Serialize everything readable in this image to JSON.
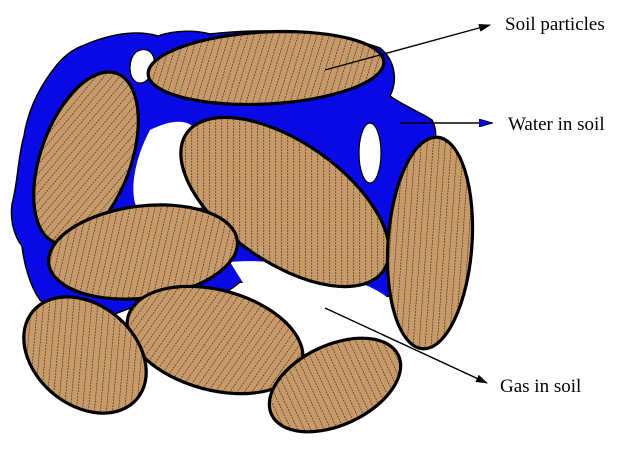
{
  "labels": {
    "soil_particles": "Soil particles",
    "water_in_soil": "Water in soil",
    "gas_in_soil": "Gas in soil"
  },
  "colors": {
    "water": "#0a0ae6",
    "particle_fill": "#c79a6a",
    "hatch": "#3a2410",
    "outline": "#000000"
  }
}
